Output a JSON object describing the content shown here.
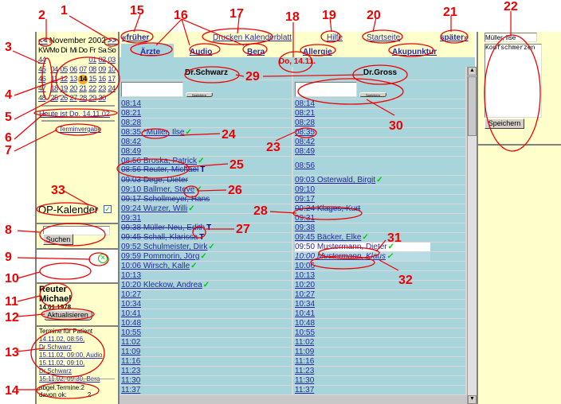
{
  "calendar": {
    "prev": "<<",
    "title": "November 2002",
    "next": ">>",
    "header": [
      "KW",
      "Mo",
      "Di",
      "Mi",
      "Do",
      "Fr",
      "Sa",
      "So"
    ],
    "weeks": [
      {
        "kw": "44",
        "days": [
          "",
          "",
          "",
          "",
          "01",
          "02",
          "03"
        ]
      },
      {
        "kw": "45",
        "days": [
          "04",
          "05",
          "06",
          "07",
          "08",
          "09",
          "10"
        ]
      },
      {
        "kw": "46",
        "days": [
          "11",
          "12",
          "13",
          "14",
          "15",
          "16",
          "17"
        ]
      },
      {
        "kw": "47",
        "days": [
          "18",
          "19",
          "20",
          "21",
          "22",
          "23",
          "24"
        ]
      },
      {
        "kw": "48",
        "days": [
          "25",
          "26",
          "27",
          "28",
          "29",
          "30",
          ""
        ]
      }
    ],
    "today_day": "14"
  },
  "sidebar": {
    "today_link": "Heute ist Do. 14.11.02",
    "booking_link": "Terminvergabe",
    "op_calendar_label": "OP-Kalender",
    "op_calendar_checked": true,
    "search_value": "",
    "search_button": "Suchen",
    "patient_first": "Reuter",
    "patient_last": "Michael",
    "patient_dob": "14.01.1978",
    "refresh_button": "Aktualisieren",
    "appointments_title": "Termine für Patient",
    "appointments": [
      "14.11.02, 08:56,",
      "Dr.Schwarz",
      "15.11.02, 09:00, Audio",
      "15.11.02, 09:10,",
      "Dr.Schwarz",
      "15.11.02, 09:30, Bera"
    ],
    "cancelled_label": "abgel.Termine:",
    "cancelled_value": "2",
    "ok_label": "davon ok:",
    "ok_value": "2"
  },
  "top": {
    "earlier": "«früher",
    "print": "Drucken Kalenderblatt",
    "help": "Hilfe",
    "home": "Startseite",
    "later": "später»",
    "tabs": [
      "Ärzte",
      "Audio",
      "Bera",
      "Allergie",
      "Akupunktur"
    ],
    "active_tab": "Ärzte",
    "date": "Do, 14.11."
  },
  "schedule": {
    "doctors": [
      "Dr.Schwarz",
      "Dr.Gross"
    ],
    "note_values": [
      "",
      ""
    ],
    "save_button": "Speichern",
    "rows": [
      {
        "l": [
          {
            "t": "08:14"
          }
        ],
        "r": [
          {
            "t": "08:14"
          }
        ]
      },
      {
        "l": [
          {
            "t": "08:21"
          }
        ],
        "r": [
          {
            "t": "08:21"
          }
        ]
      },
      {
        "l": [
          {
            "t": "08:28"
          }
        ],
        "r": [
          {
            "t": "08:28"
          }
        ]
      },
      {
        "l": [
          {
            "t": "08:35",
            "n": "*Müller, Ilse",
            "ok": true
          }
        ],
        "r": [
          {
            "t": "08:35"
          }
        ]
      },
      {
        "l": [
          {
            "t": "08:42"
          }
        ],
        "r": [
          {
            "t": "08:42"
          }
        ]
      },
      {
        "l": [
          {
            "t": "08:49"
          }
        ],
        "r": [
          {
            "t": "08:49"
          }
        ]
      },
      {
        "l": [
          {
            "t": "08:56",
            "n": "Broska, Patrick",
            "ok": true
          },
          {
            "t": "08:56",
            "n": "Reuter, Michael",
            "s": true,
            "T": true
          }
        ],
        "r": [
          {
            "t": "08:56"
          }
        ]
      },
      {
        "l": [
          {
            "t": "09:03",
            "n": "Dege, Dieter",
            "s": true
          }
        ],
        "r": [
          {
            "t": "09:03",
            "n": "Osterwald, Birgit",
            "ok": true
          }
        ]
      },
      {
        "l": [
          {
            "t": "09:10",
            "n": "Ballmer, Steve",
            "ok": true
          }
        ],
        "r": [
          {
            "t": "09:10"
          }
        ]
      },
      {
        "l": [
          {
            "t": "09:17",
            "n": "Schollmeyer, Hans",
            "s": true
          }
        ],
        "r": [
          {
            "t": "09:17"
          }
        ]
      },
      {
        "l": [
          {
            "t": "09:24",
            "n": "Wurzer, Willi",
            "ok": true
          }
        ],
        "r": [
          {
            "t": "09:24",
            "n": "Klages, Kurt",
            "s": true
          }
        ]
      },
      {
        "l": [
          {
            "t": "09:31"
          }
        ],
        "r": [
          {
            "t": "09:31"
          }
        ]
      },
      {
        "l": [
          {
            "t": "09:38",
            "n": "Müller-Neu, Edith",
            "s": true,
            "T": true
          }
        ],
        "r": [
          {
            "t": "09:38"
          }
        ]
      },
      {
        "l": [
          {
            "t": "09:45",
            "n": "Schall, Klarissa",
            "s": true,
            "T": true
          }
        ],
        "r": [
          {
            "t": "09:45",
            "n": "Bäcker, Elke",
            "ok": true
          }
        ]
      },
      {
        "l": [
          {
            "t": "09:52",
            "n": "Schulmeister, Dirk",
            "ok": true
          }
        ],
        "r": [
          {
            "t": "09:50",
            "n": "Mustermann, Dieter",
            "ok": true,
            "w": true
          }
        ]
      },
      {
        "l": [
          {
            "t": "09:59",
            "n": "Pommorin, Jörg",
            "ok": true
          }
        ],
        "r": [
          {
            "t": "10:00",
            "n": "Mustermann, Klaus",
            "ok": true,
            "i": true
          }
        ]
      },
      {
        "l": [
          {
            "t": "10:06",
            "n": "Wirsch, Kalle",
            "ok": true
          }
        ],
        "r": [
          {
            "t": "10:06"
          }
        ]
      },
      {
        "l": [
          {
            "t": "10:13"
          }
        ],
        "r": [
          {
            "t": "10:13"
          }
        ]
      },
      {
        "l": [
          {
            "t": "10:20",
            "n": "Kleckow, Andrea",
            "ok": true
          }
        ],
        "r": [
          {
            "t": "10:20"
          }
        ]
      },
      {
        "l": [
          {
            "t": "10:27"
          }
        ],
        "r": [
          {
            "t": "10:27"
          }
        ]
      },
      {
        "l": [
          {
            "t": "10:34"
          }
        ],
        "r": [
          {
            "t": "10:34"
          }
        ]
      },
      {
        "l": [
          {
            "t": "10:41"
          }
        ],
        "r": [
          {
            "t": "10:41"
          }
        ]
      },
      {
        "l": [
          {
            "t": "10:48"
          }
        ],
        "r": [
          {
            "t": "10:48"
          }
        ]
      },
      {
        "l": [
          {
            "t": "10:55"
          }
        ],
        "r": [
          {
            "t": "10:55"
          }
        ]
      },
      {
        "l": [
          {
            "t": "11:02"
          }
        ],
        "r": [
          {
            "t": "11:02"
          }
        ]
      },
      {
        "l": [
          {
            "t": "11:09"
          }
        ],
        "r": [
          {
            "t": "11:09"
          }
        ]
      },
      {
        "l": [
          {
            "t": "11:16"
          }
        ],
        "r": [
          {
            "t": "11:16"
          }
        ]
      },
      {
        "l": [
          {
            "t": "11:23"
          }
        ],
        "r": [
          {
            "t": "11:23"
          }
        ]
      },
      {
        "l": [
          {
            "t": "11:30"
          }
        ],
        "r": [
          {
            "t": "11:30"
          }
        ]
      },
      {
        "l": [
          {
            "t": "11:37"
          }
        ],
        "r": [
          {
            "t": "11:37"
          }
        ]
      }
    ]
  },
  "right_panel": {
    "patient_value": "Müller, Ilse",
    "note_value": "Kopfschmerzen",
    "save_button": "Speichern"
  },
  "annotations": [
    "1",
    "2",
    "3",
    "4",
    "5",
    "6",
    "7",
    "8",
    "9",
    "10",
    "11",
    "12",
    "13",
    "14",
    "15",
    "16",
    "17",
    "18",
    "19",
    "20",
    "21",
    "22",
    "23",
    "24",
    "25",
    "26",
    "27",
    "28",
    "29",
    "30",
    "31",
    "32",
    "33"
  ],
  "colors": {
    "panel": "#ffffcc",
    "cell": "#a8d4dc",
    "link": "#2a2a9a",
    "annotation": "#ee0000",
    "ok": "#00cc00"
  }
}
